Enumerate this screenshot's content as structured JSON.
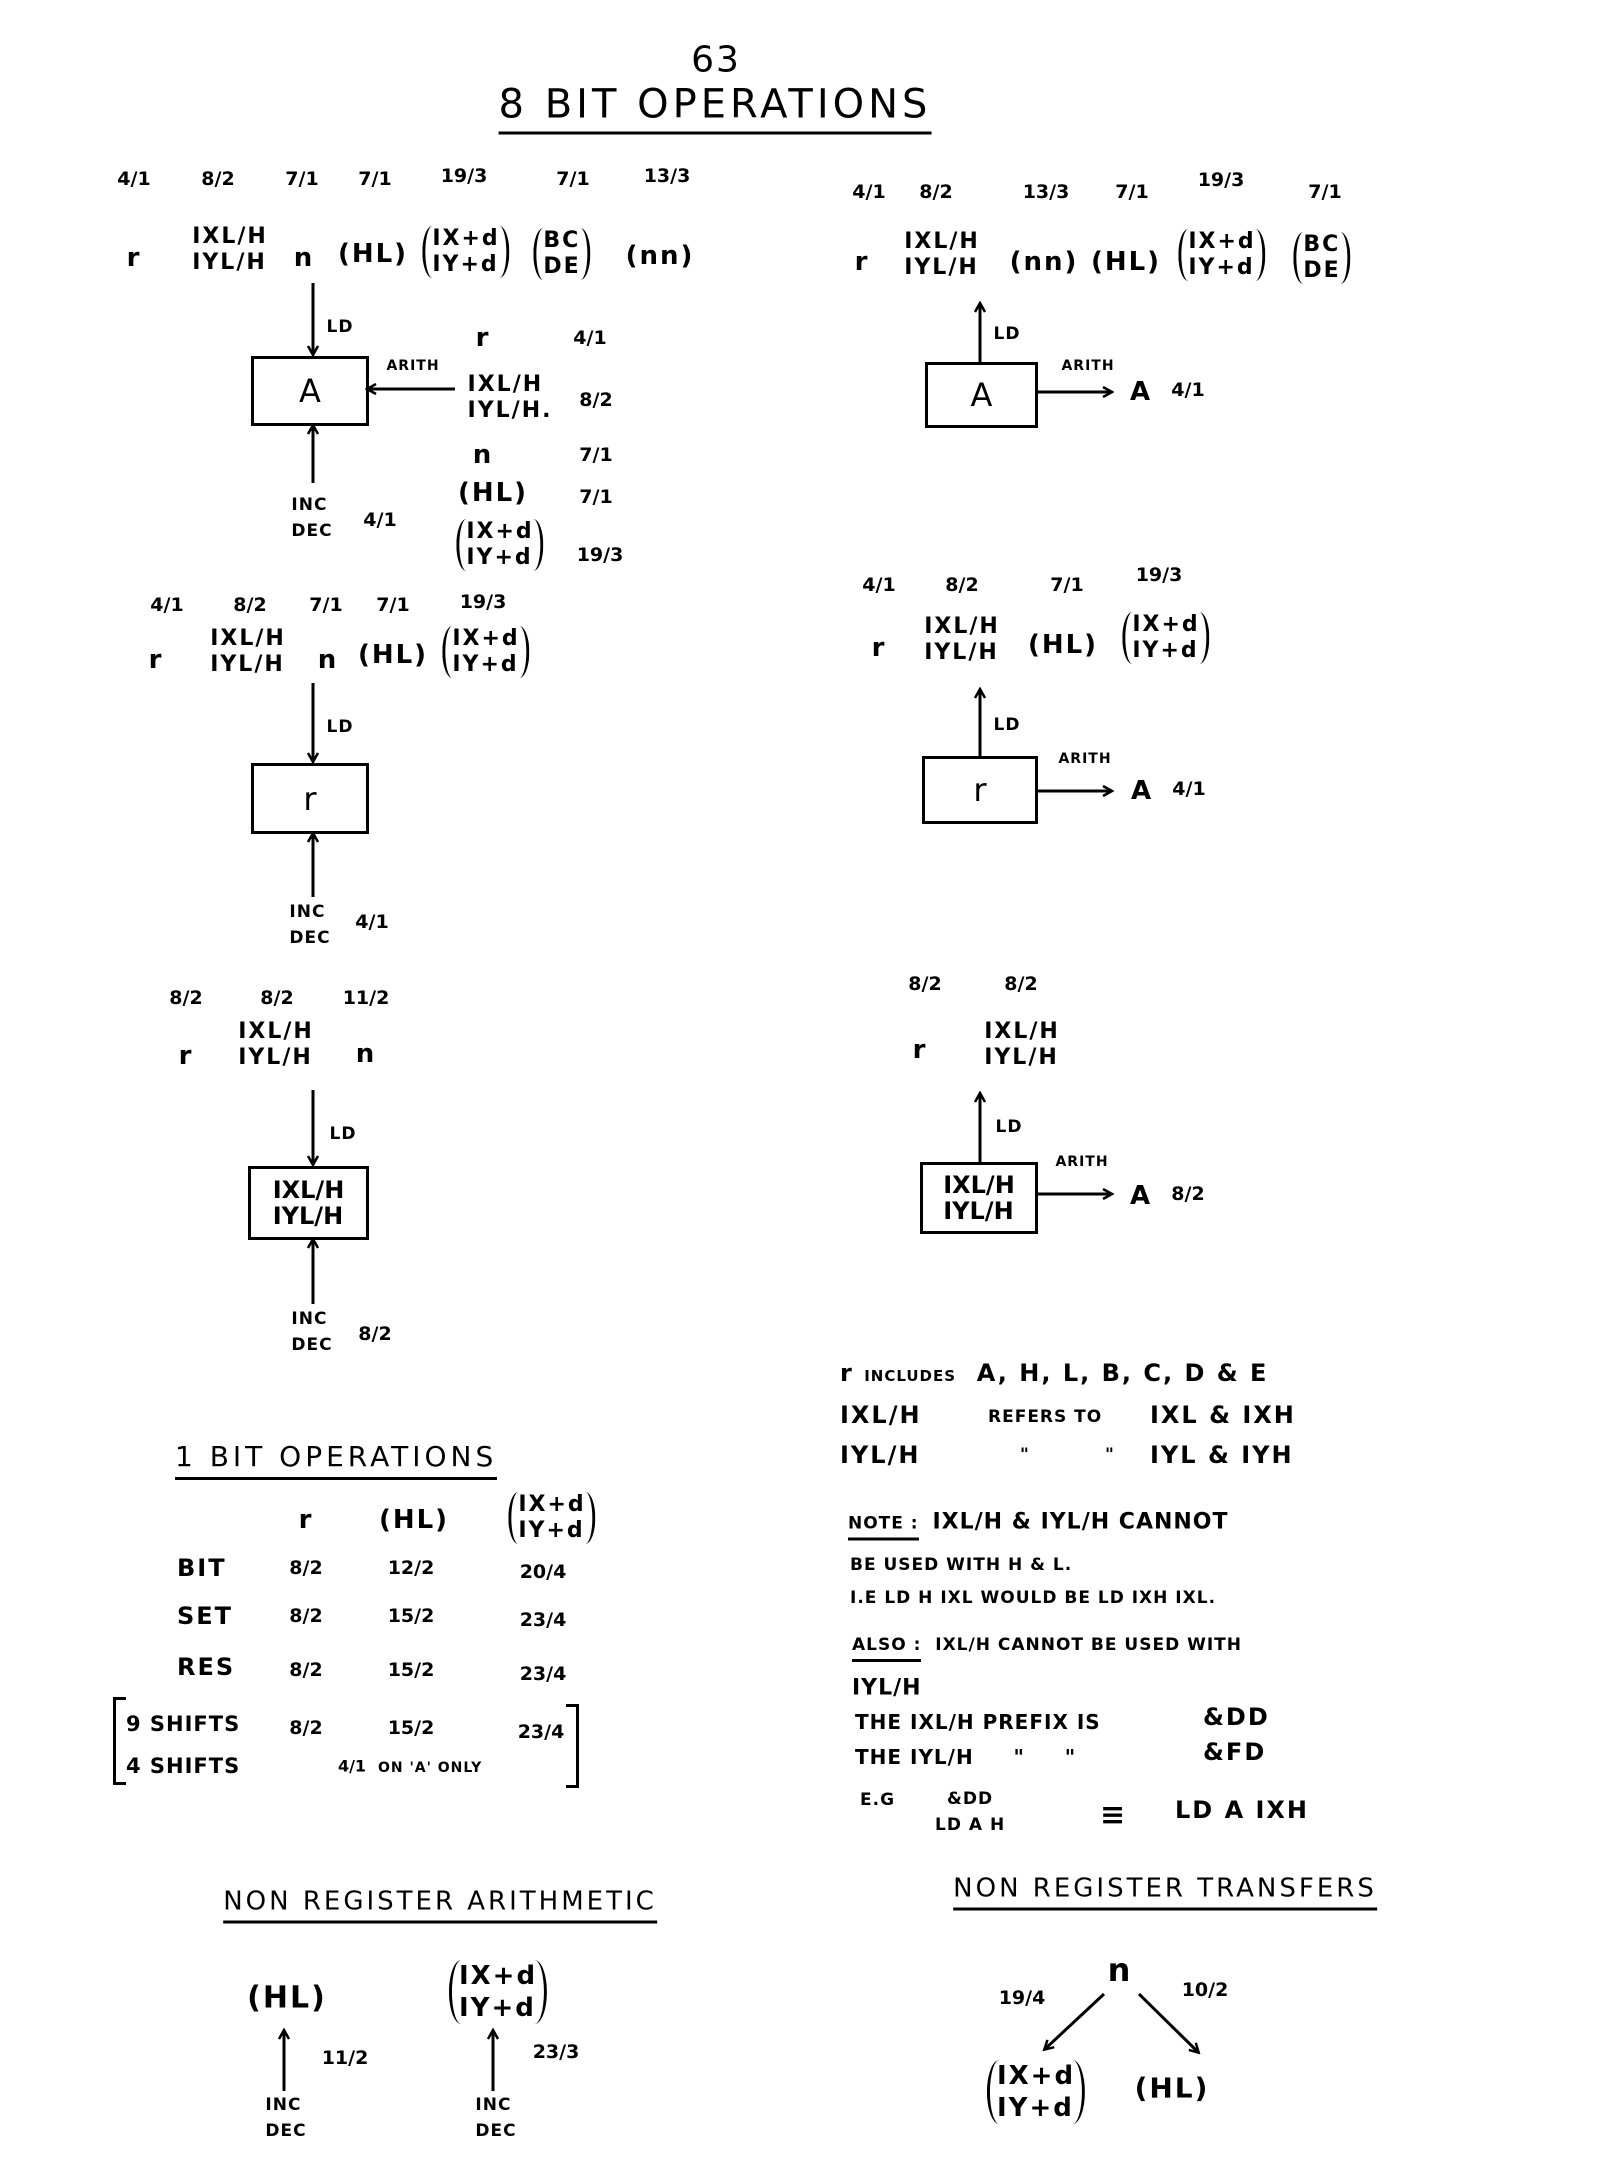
{
  "page_number": "63",
  "title": "8 BIT OPERATIONS",
  "load_a": {
    "cycles": [
      "4/1",
      "8/2",
      "7/1",
      "7/1",
      "19/3",
      "7/1",
      "13/3"
    ],
    "src_r": "r",
    "src_index": [
      "IXL/H",
      "IYL/H"
    ],
    "src_n": "n",
    "src_hl": "(HL)",
    "src_indexed": [
      "IX+d",
      "IY+d"
    ],
    "src_pair": [
      "BC",
      "DE"
    ],
    "src_nn": "(nn)",
    "ld": "LD",
    "register": "A",
    "arith": "ARITH",
    "arith_r": "r",
    "arith_r_cyc": "4/1",
    "arith_index": [
      "IXL/H",
      "IYL/H."
    ],
    "arith_index_cyc": "8/2",
    "arith_n": "n",
    "arith_n_cyc": "7/1",
    "arith_hl": "(HL)",
    "arith_hl_cyc": "7/1",
    "arith_indexed": [
      "IX+d",
      "IY+d"
    ],
    "arith_indexed_cyc": "19/3",
    "inc_dec": [
      "INC",
      "DEC"
    ],
    "inc_dec_cyc": "4/1"
  },
  "load_r": {
    "cycles": [
      "4/1",
      "8/2",
      "7/1",
      "7/1",
      "19/3"
    ],
    "src_r": "r",
    "src_index": [
      "IXL/H",
      "IYL/H"
    ],
    "src_n": "n",
    "src_hl": "(HL)",
    "src_indexed": [
      "IX+d",
      "IY+d"
    ],
    "ld": "LD",
    "register": "r",
    "inc_dec": [
      "INC",
      "DEC"
    ],
    "inc_dec_cyc": "4/1"
  },
  "load_index": {
    "cycles": [
      "8/2",
      "8/2",
      "11/2"
    ],
    "src_r": "r",
    "src_index": [
      "IXL/H",
      "IYL/H"
    ],
    "src_n": "n",
    "ld": "LD",
    "register": [
      "IXL/H",
      "IYL/H"
    ],
    "inc_dec": [
      "INC",
      "DEC"
    ],
    "inc_dec_cyc": "8/2"
  },
  "store_a": {
    "cycles": [
      "4/1",
      "8/2",
      "13/3",
      "7/1",
      "19/3",
      "7/1"
    ],
    "dst_r": "r",
    "dst_index": [
      "IXL/H",
      "IYL/H"
    ],
    "dst_nn": "(nn)",
    "dst_hl": "(HL)",
    "dst_indexed": [
      "IX+d",
      "IY+d"
    ],
    "dst_pair": [
      "BC",
      "DE"
    ],
    "ld": "LD",
    "register": "A",
    "arith": "ARITH",
    "arith_target": "A",
    "arith_cyc": "4/1"
  },
  "store_r": {
    "cycles": [
      "4/1",
      "8/2",
      "7/1",
      "19/3"
    ],
    "dst_r": "r",
    "dst_index": [
      "IXL/H",
      "IYL/H"
    ],
    "dst_hl": "(HL)",
    "dst_indexed": [
      "IX+d",
      "IY+d"
    ],
    "ld": "LD",
    "register": "r",
    "arith": "ARITH",
    "arith_target": "A",
    "arith_cyc": "4/1"
  },
  "store_index": {
    "cycles": [
      "8/2",
      "8/2"
    ],
    "dst_r": "r",
    "dst_index": [
      "IXL/H",
      "IYL/H"
    ],
    "ld": "LD",
    "register": [
      "IXL/H",
      "IYL/H"
    ],
    "arith": "ARITH",
    "arith_target": "A",
    "arith_cyc": "8/2"
  },
  "notes": {
    "r_label": "r",
    "includes": "INCLUDES",
    "includes_list": "A, H, L, B, C, D & E",
    "ixl": "IXL/H",
    "refers_to": "REFERS TO",
    "ixl_refs": "IXL & IXH",
    "iyl": "IYL/H",
    "ditto1": "\"",
    "ditto2": "\"",
    "iyl_refs": "IYL & IYH",
    "note_label": "NOTE :",
    "note_line1": "IXL/H & IYL/H CANNOT",
    "note_line2": "BE USED WITH H & L.",
    "note_line3": "I.E   LD H IXL   WOULD BE LD IXH IXL.",
    "also_label": "ALSO :",
    "also_line1": "IXL/H CANNOT BE USED WITH",
    "also_line2": "IYL/H",
    "prefix_line1": "THE IXL/H PREFIX IS",
    "prefix_ix": "&DD",
    "prefix_line2": "THE IYL/H     \"     \"",
    "prefix_iy": "&FD",
    "eg_label": "E.G",
    "eg_code": [
      "&DD",
      "LD A H"
    ],
    "equiv": "≡",
    "eg_result": "LD A IXH"
  },
  "one_bit": {
    "title": "1 BIT OPERATIONS",
    "headers": [
      "r",
      "(HL)"
    ],
    "header_indexed": [
      "IX+d",
      "IY+d"
    ],
    "rows": [
      {
        "label": "BIT",
        "cycles": [
          "8/2",
          "12/2",
          "20/4"
        ]
      },
      {
        "label": "SET",
        "cycles": [
          "8/2",
          "15/2",
          "23/4"
        ]
      },
      {
        "label": "RES",
        "cycles": [
          "8/2",
          "15/2",
          "23/4"
        ]
      },
      {
        "label": "9 SHIFTS",
        "cycles": [
          "8/2",
          "15/2",
          "23/4"
        ]
      }
    ],
    "shifts4_label": "4 SHIFTS",
    "shifts4_cyc": "4/1",
    "shifts4_note": "ON 'A' ONLY"
  },
  "non_reg_arith": {
    "title": "NON REGISTER ARITHMETIC",
    "hl": "(HL)",
    "hl_cyc": "11/2",
    "indexed": [
      "IX+d",
      "IY+d"
    ],
    "indexed_cyc": "23/3",
    "inc_dec": [
      "INC",
      "DEC"
    ]
  },
  "non_reg_transfers": {
    "title": "NON REGISTER TRANSFERS",
    "source": "n",
    "indexed_cyc": "19/4",
    "hl_cyc": "10/2",
    "indexed": [
      "IX+d",
      "IY+d"
    ],
    "hl": "(HL)"
  }
}
